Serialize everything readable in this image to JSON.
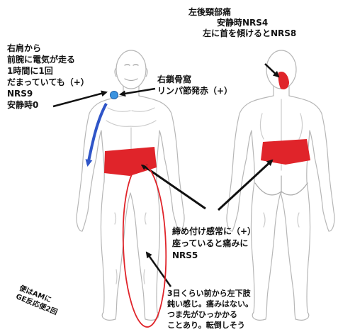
{
  "colors": {
    "pain_red": "#e0242a",
    "nerve_blue": "#2f55c8",
    "node_blue": "#3a93e0",
    "outline": "#b7b7b7",
    "text": "#111111",
    "ellipse": "#e0242a"
  },
  "neck_note": {
    "line1": "左後頸部痛",
    "line2": "安静時NRS4",
    "line3": "左に首を傾けるとNRS8"
  },
  "shoulder_note": {
    "line1": "右肩から",
    "line2": "前腕に電気が走る",
    "line3": "1時間に1回",
    "line4": "だまっていても（+）",
    "line5": "NRS9",
    "line6": "安静時0"
  },
  "lymph_note": {
    "line1": "右鎖骨窩",
    "line2": "リンパ節発赤（+）"
  },
  "waist_note": {
    "line1": "締め付け感常に（+）",
    "line2": "座っていると痛みに",
    "line3": "NRS5"
  },
  "leg_note": {
    "line1": "3日くらい前から左下肢",
    "line2": "鈍い感じ。痛みはない。",
    "line3": "つま先がひっかかる",
    "line4": "ことあり。転倒しそう"
  },
  "stool_note": {
    "line1": "便はAMに",
    "line2": "GE反応便2回"
  }
}
